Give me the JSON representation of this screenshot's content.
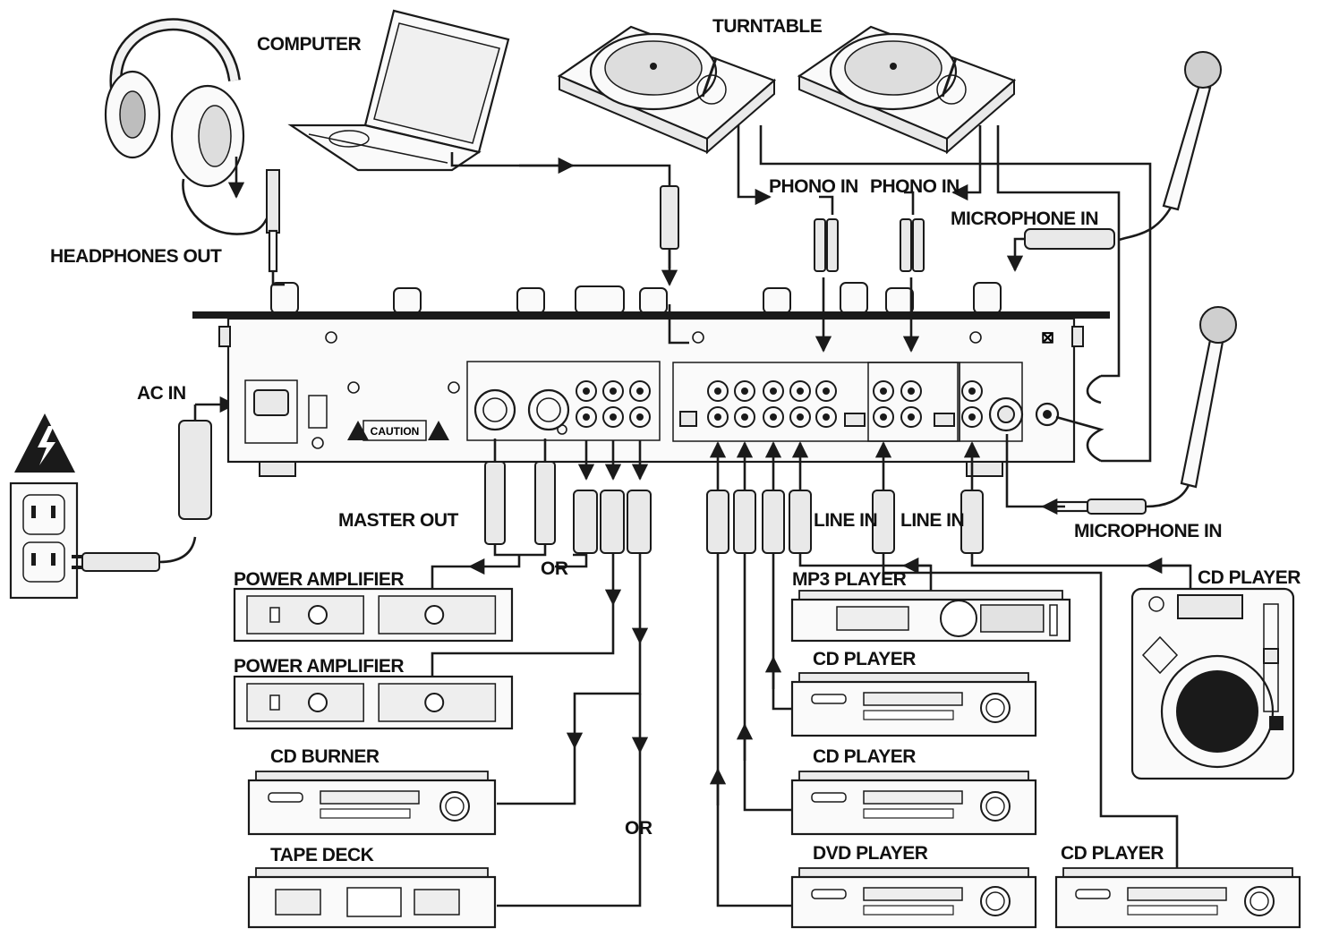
{
  "labels": {
    "computer": "COMPUTER",
    "turntable": "TURNTABLE",
    "headphones_out": "HEADPHONES OUT",
    "phono_in_1": "PHONO IN",
    "phono_in_2": "PHONO IN",
    "microphone_in_top": "MICROPHONE IN",
    "microphone_in_bottom": "MICROPHONE IN",
    "ac_in": "AC IN",
    "master_out": "MASTER OUT",
    "or_1": "OR",
    "or_2": "OR",
    "line_in_1": "LINE IN",
    "line_in_2": "LINE IN",
    "power_amplifier_1": "POWER AMPLIFIER",
    "power_amplifier_2": "POWER AMPLIFIER",
    "cd_burner": "CD BURNER",
    "tape_deck": "TAPE DECK",
    "mp3_player": "MP3 PLAYER",
    "cd_player_1": "CD PLAYER",
    "cd_player_2": "CD PLAYER",
    "cd_player_3": "CD PLAYER",
    "cd_player_4": "CD PLAYER",
    "dvd_player": "DVD PLAYER"
  },
  "mixer_panel": {
    "caution": "CAUTION"
  }
}
